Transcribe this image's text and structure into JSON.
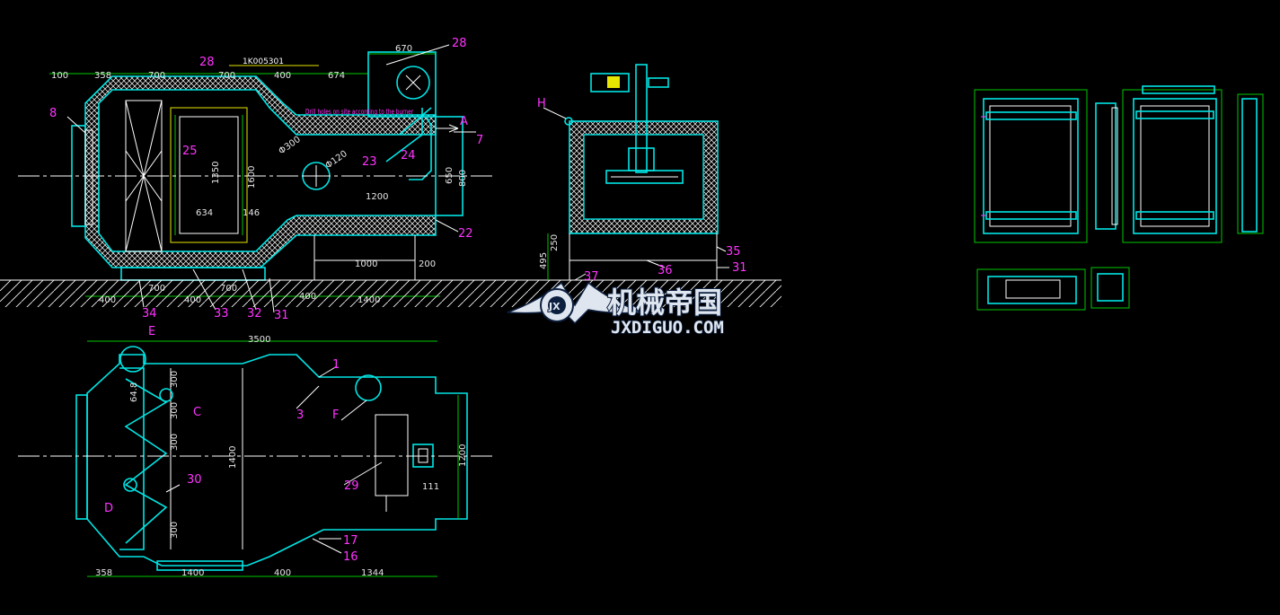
{
  "note_top": "1K005301",
  "note_hole": "Drill holes on site according to the burner",
  "side_view": {
    "dims_top": [
      "100",
      "358",
      "700",
      "700",
      "400",
      "674",
      "670"
    ],
    "dims_bottom": [
      "400",
      "700",
      "700",
      "400",
      "1400"
    ],
    "dims_inner": [
      "1350",
      "1600",
      "634",
      "146",
      "1200",
      "650",
      "800",
      "1000",
      "200",
      "400"
    ],
    "diameters": [
      "Φ300",
      "Φ120"
    ],
    "balloons": [
      "28",
      "25",
      "23",
      "24",
      "7",
      "22",
      "8",
      "34",
      "33",
      "32",
      "31"
    ],
    "letter_A": "A"
  },
  "plan_view": {
    "dims": [
      "3500",
      "1400",
      "358",
      "1400",
      "400",
      "1344",
      "1200",
      "300",
      "300",
      "300",
      "300",
      "111",
      "64.8"
    ],
    "balloons": [
      "1",
      "3",
      "29",
      "30",
      "17",
      "16"
    ],
    "letters": [
      "E",
      "C",
      "F",
      "D"
    ]
  },
  "end_view": {
    "dims": [
      "495",
      "250"
    ],
    "balloons": [
      "37",
      "36",
      "35",
      "31"
    ],
    "letter_H": "H"
  },
  "watermark": {
    "cn": "机械帝国",
    "en": "JXDIGUO.COM",
    "logo": "JX"
  }
}
